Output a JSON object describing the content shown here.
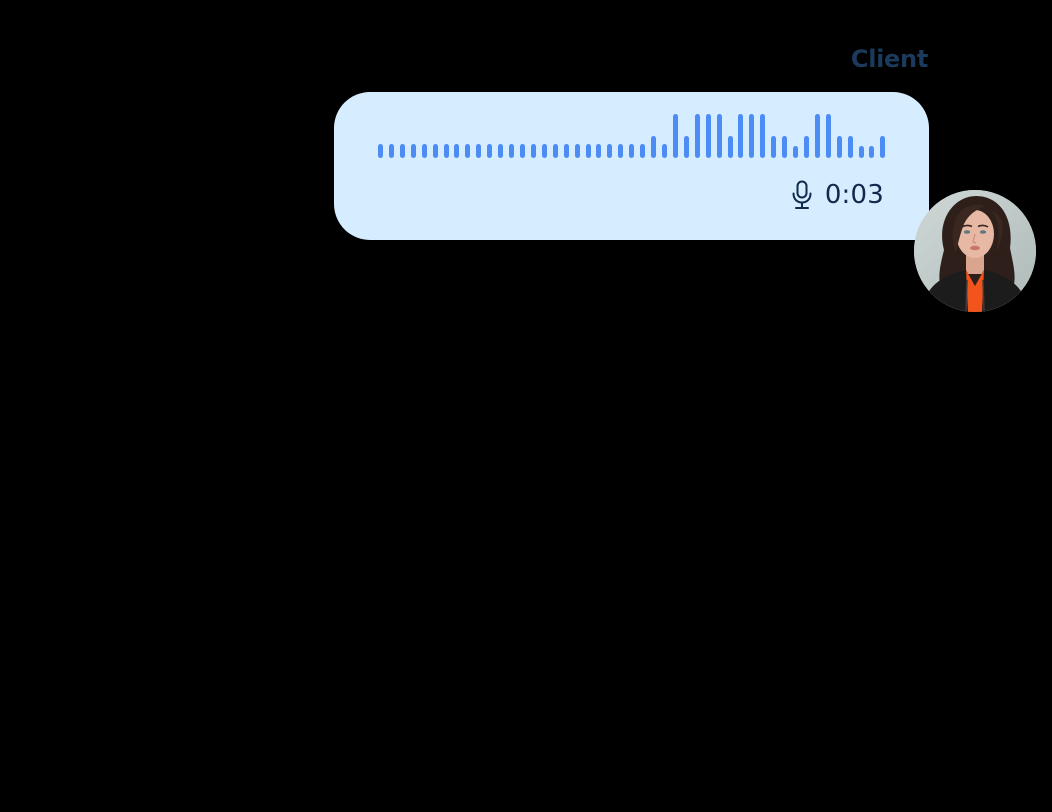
{
  "message": {
    "sender_label": "Client",
    "type": "voice-note",
    "duration": "0:03",
    "icon": "microphone-icon",
    "colors": {
      "bubble_background": "#d6ecff",
      "waveform_bar": "#4d8bf5",
      "text": "#0f2a4a",
      "sender_label": "#1b3a5c"
    },
    "waveform_heights": [
      14,
      14,
      14,
      14,
      14,
      14,
      14,
      14,
      14,
      14,
      14,
      14,
      14,
      14,
      14,
      14,
      14,
      14,
      14,
      14,
      14,
      14,
      14,
      14,
      14,
      22,
      14,
      44,
      22,
      44,
      44,
      44,
      22,
      44,
      44,
      44,
      22,
      22,
      12,
      22,
      44,
      44,
      22,
      22,
      12,
      12,
      22
    ]
  },
  "avatar": {
    "alt": "Client avatar"
  }
}
